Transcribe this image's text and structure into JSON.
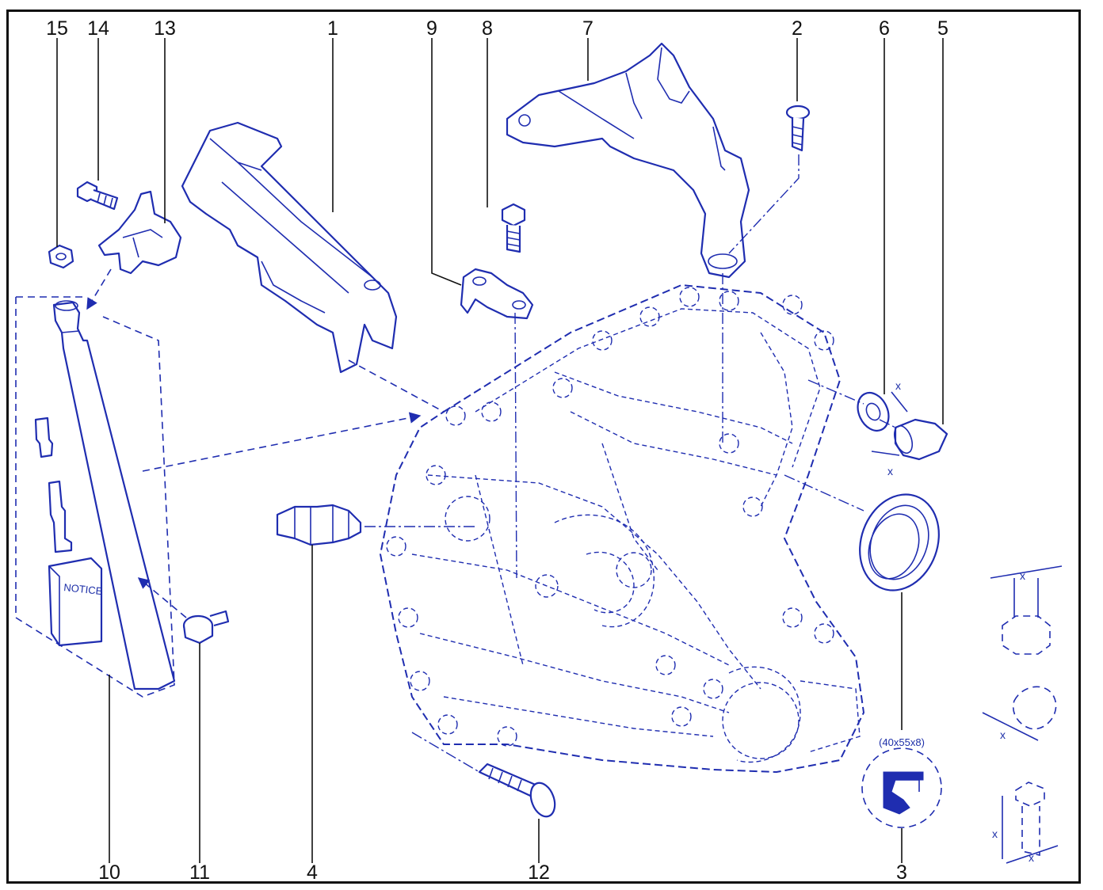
{
  "callouts": [
    {
      "id": "15",
      "label": "15"
    },
    {
      "id": "14",
      "label": "14"
    },
    {
      "id": "13",
      "label": "13"
    },
    {
      "id": "1",
      "label": "1"
    },
    {
      "id": "9",
      "label": "9"
    },
    {
      "id": "8",
      "label": "8"
    },
    {
      "id": "7",
      "label": "7"
    },
    {
      "id": "2",
      "label": "2"
    },
    {
      "id": "6",
      "label": "6"
    },
    {
      "id": "5",
      "label": "5"
    },
    {
      "id": "10",
      "label": "10"
    },
    {
      "id": "11",
      "label": "11"
    },
    {
      "id": "4",
      "label": "4"
    },
    {
      "id": "12",
      "label": "12"
    },
    {
      "id": "3",
      "label": "3"
    }
  ],
  "notice_label": "NOTICE",
  "seal_dimensions": "(40x55x8)",
  "dimension_marker": "x",
  "colors": {
    "line": "#1f2db0",
    "frame": "#111111",
    "background": "#ffffff"
  }
}
